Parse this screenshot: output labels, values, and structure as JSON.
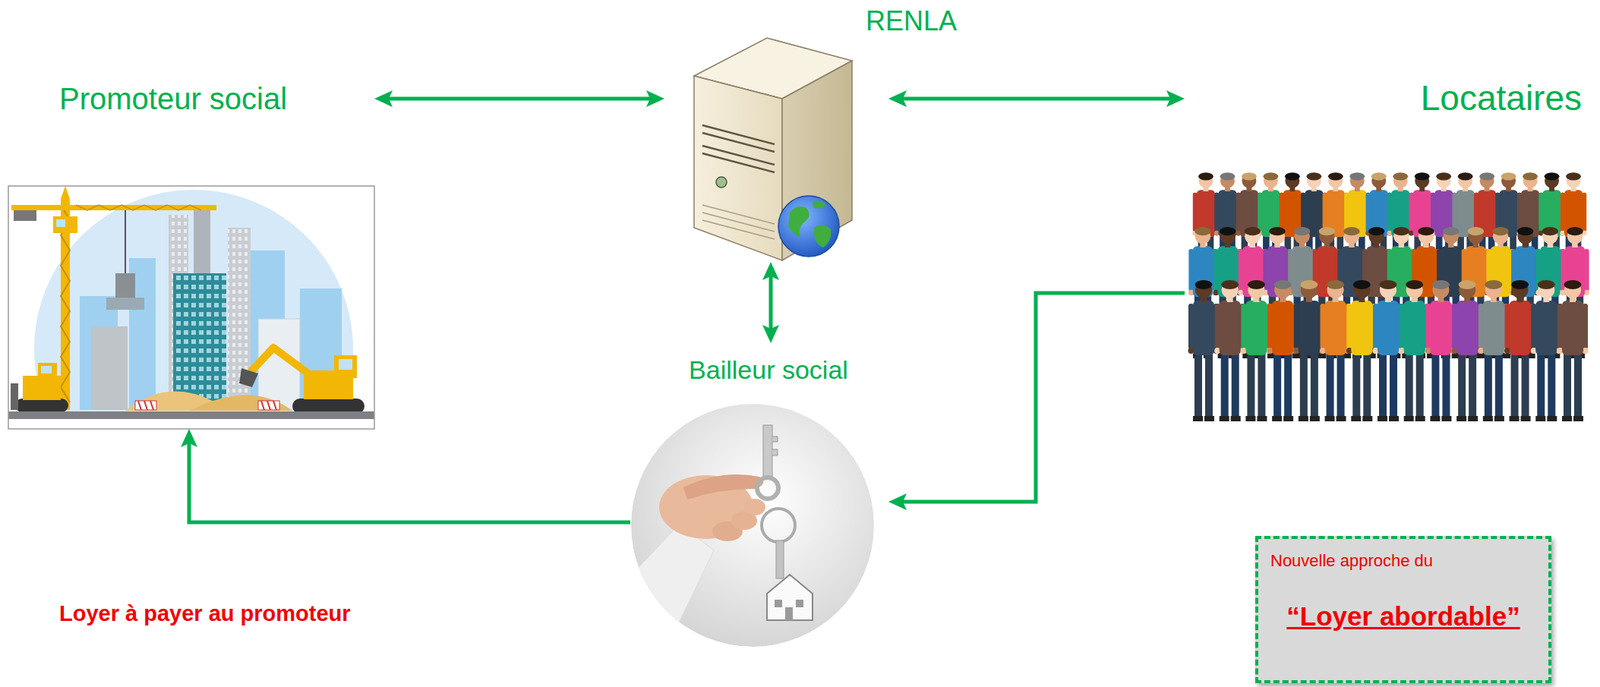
{
  "diagram": {
    "nodes": [
      {
        "text": [
          "RENLA"
        ]
      },
      {
        "text": [
          "Promoteur social"
        ]
      },
      {
        "text": [
          "Locataires"
        ]
      },
      {
        "text": [
          "Bailleur social"
        ]
      },
      {
        "text": [
          "Nouvelle approche du",
          "“Loyer abordable”"
        ]
      }
    ],
    "edges": [
      {
        "from": 1,
        "to": 0,
        "arrow": "both"
      },
      {
        "from": 0,
        "to": 2,
        "arrow": "both"
      },
      {
        "from": 0,
        "to": 3,
        "arrow": "both"
      },
      {
        "from": 2,
        "to": 3,
        "arrow": "to"
      },
      {
        "from": 3,
        "to": 1,
        "arrow": "to"
      }
    ],
    "labels": [
      "Loyer à payer au promoteur"
    ]
  }
}
